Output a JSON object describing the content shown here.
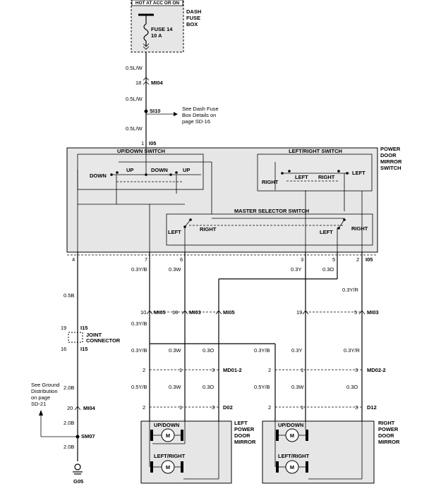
{
  "power": {
    "hot_label": "HOT AT ACC OR ON"
  },
  "fuse_box": {
    "name_line1": "DASH",
    "name_line2": "FUSE",
    "name_line3": "BOX",
    "fuse_line1": "FUSE 14",
    "fuse_line2": "10 A"
  },
  "wires": {
    "w1": "0.5L/W",
    "w2": "0.5L/W",
    "w3": "0.5L/W",
    "c7": "0.3Y/B",
    "c6": "0.3W",
    "c3": "0.3Y",
    "c5": "0.3O",
    "c2": "0.3Y/R",
    "c4": "0.5B",
    "row1_a": "0.3Y/B",
    "row1_b": "0.3W",
    "row1_c": "0.3O",
    "row1_d": "0.3Y/B",
    "row1_e": "0.3Y",
    "row1_f": "0.3Y/R",
    "row2_a": "0.5Y/B",
    "row2_b": "0.3W",
    "row2_c": "0.3O",
    "row2_d": "0.5Y/B",
    "row2_e": "0.3W",
    "row2_f": "0.3O",
    "g1": "2.0B",
    "g2": "2.0B",
    "g3": "2.0B",
    "mid_yb": "0.3Y/B"
  },
  "connectors": {
    "mi04_top_pin": "18",
    "mi04_top": "MI04",
    "si10": "SI10",
    "i05_top_pin": "1",
    "i05_top": "I05",
    "i05_right": "I05",
    "pins": {
      "p4": "4",
      "p7": "7",
      "p6": "6",
      "p3": "3",
      "p5": "5",
      "p2": "2"
    },
    "mi05_l_pin": "10",
    "mi05_l": "MI05",
    "mi03_l_pin": "18",
    "mi03_l": "MI03",
    "mi05_r": "MI05",
    "p19": "19",
    "mi03_r_pin": "5",
    "mi03_r": "MI03",
    "i15_top_pin": "19",
    "i15_top": "I15",
    "i15_bot_pin": "16",
    "i15_bot": "I15",
    "joint_line1": "JOINT",
    "joint_line2": "CONNECTOR",
    "md01_l": "2",
    "md01_m": "1",
    "md01_r": "3",
    "md01": "MD01-2",
    "md02_l": "2",
    "md02_m": "1",
    "md02_r": "3",
    "md02": "MD02-2",
    "d02_l": "2",
    "d02_m": "1",
    "d02_r": "3",
    "d02": "D02",
    "d12_l": "2",
    "d12_m": "1",
    "d12_r": "3",
    "d12": "D12",
    "mi04_bot_pin": "20",
    "mi04_bot": "MI04",
    "sm07": "SM07",
    "g05": "G05"
  },
  "notes": {
    "dash_ref_1": "See Dash Fuse",
    "dash_ref_2": "Box Details on",
    "dash_ref_3": "page SD-16",
    "ground_ref_1": "See Ground",
    "ground_ref_2": "Distribution",
    "ground_ref_3": "on page",
    "ground_ref_4": "SD-21"
  },
  "switch": {
    "name_line1": "POWER",
    "name_line2": "DOOR",
    "name_line3": "MIRROR",
    "name_line4": "SWITCH",
    "updown_title": "UP/DOWN SWITCH",
    "lr_title": "LEFT/RIGHT SWITCH",
    "master_title": "MASTER SELECTOR SWITCH",
    "down1": "DOWN",
    "up1": "UP",
    "down2": "DOWN",
    "up2": "UP",
    "right1": "RIGHT",
    "left1": "LEFT",
    "right2": "RIGHT",
    "left2": "LEFT",
    "m_left1": "LEFT",
    "m_right1": "RIGHT",
    "m_left2": "LEFT",
    "m_right2": "RIGHT"
  },
  "mirrors": {
    "left_name1": "LEFT",
    "left_name2": "POWER",
    "left_name3": "DOOR",
    "left_name4": "MIRROR",
    "right_name1": "RIGHT",
    "right_name2": "POWER",
    "right_name3": "DOOR",
    "right_name4": "MIRROR",
    "l_updown": "UP/DOWN",
    "l_leftright": "LEFT/RIGHT",
    "r_updown": "UP/DOWN",
    "r_leftright": "LEFT/RIGHT",
    "motor": "M"
  }
}
